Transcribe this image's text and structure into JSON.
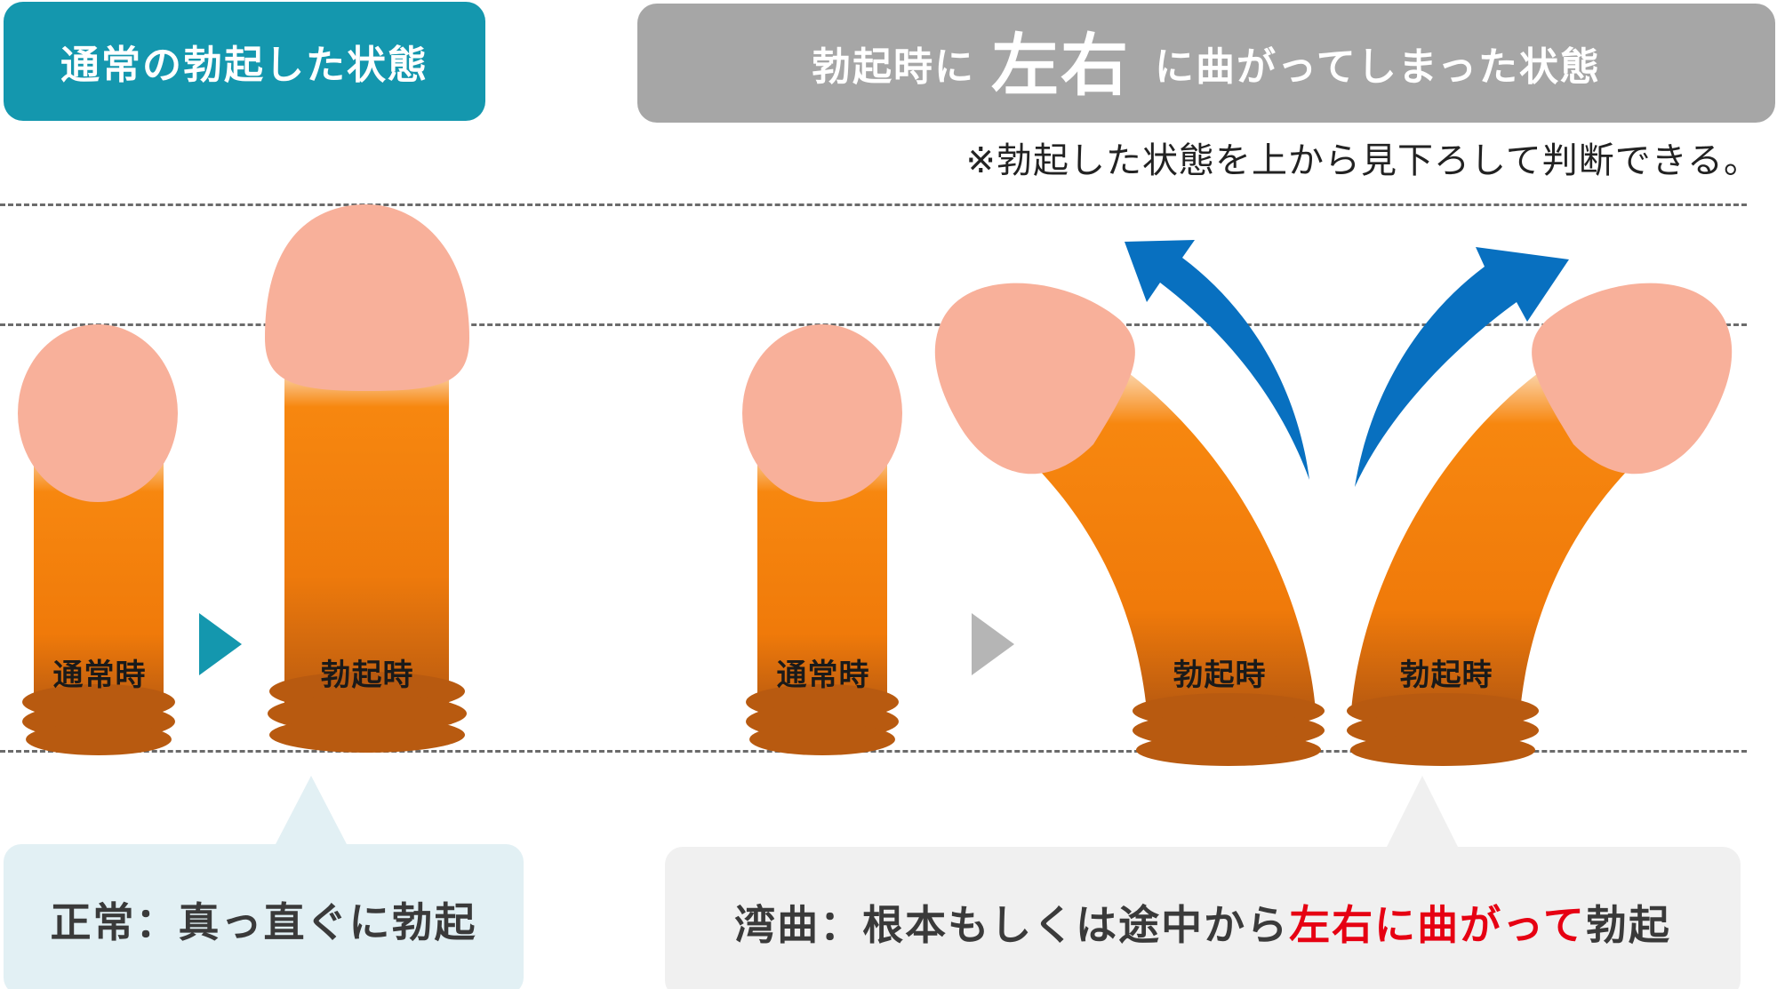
{
  "headers": {
    "normal": "通常の勃起した状態",
    "curved_prefix": "勃起時に",
    "curved_emphasis": "左右",
    "curved_suffix": "に曲がってしまった状態"
  },
  "note": "※勃起した状態を上から見下ろして判断できる。",
  "labels": {
    "normal_flaccid": "通常時",
    "normal_erect": "勃起時",
    "curved_flaccid": "通常時",
    "curved_left": "勃起時",
    "curved_right": "勃起時"
  },
  "captions": {
    "normal": "正常：真っ直ぐに勃起",
    "curved_prefix": "湾曲：根本もしくは途中から",
    "curved_highlight": "左右に曲がって",
    "curved_suffix": "勃起"
  },
  "colors": {
    "teal": "#1497AE",
    "gray_header": "#A6A6A6",
    "arrow_blue": "#0870C0",
    "cap_peach": "#F8B09A",
    "shaft_orange": "#F7870F",
    "base_brown": "#B85A10",
    "caption_blue_bg": "#E2F0F4",
    "caption_gray_bg": "#F0F0F0",
    "highlight_red": "#E60012"
  }
}
